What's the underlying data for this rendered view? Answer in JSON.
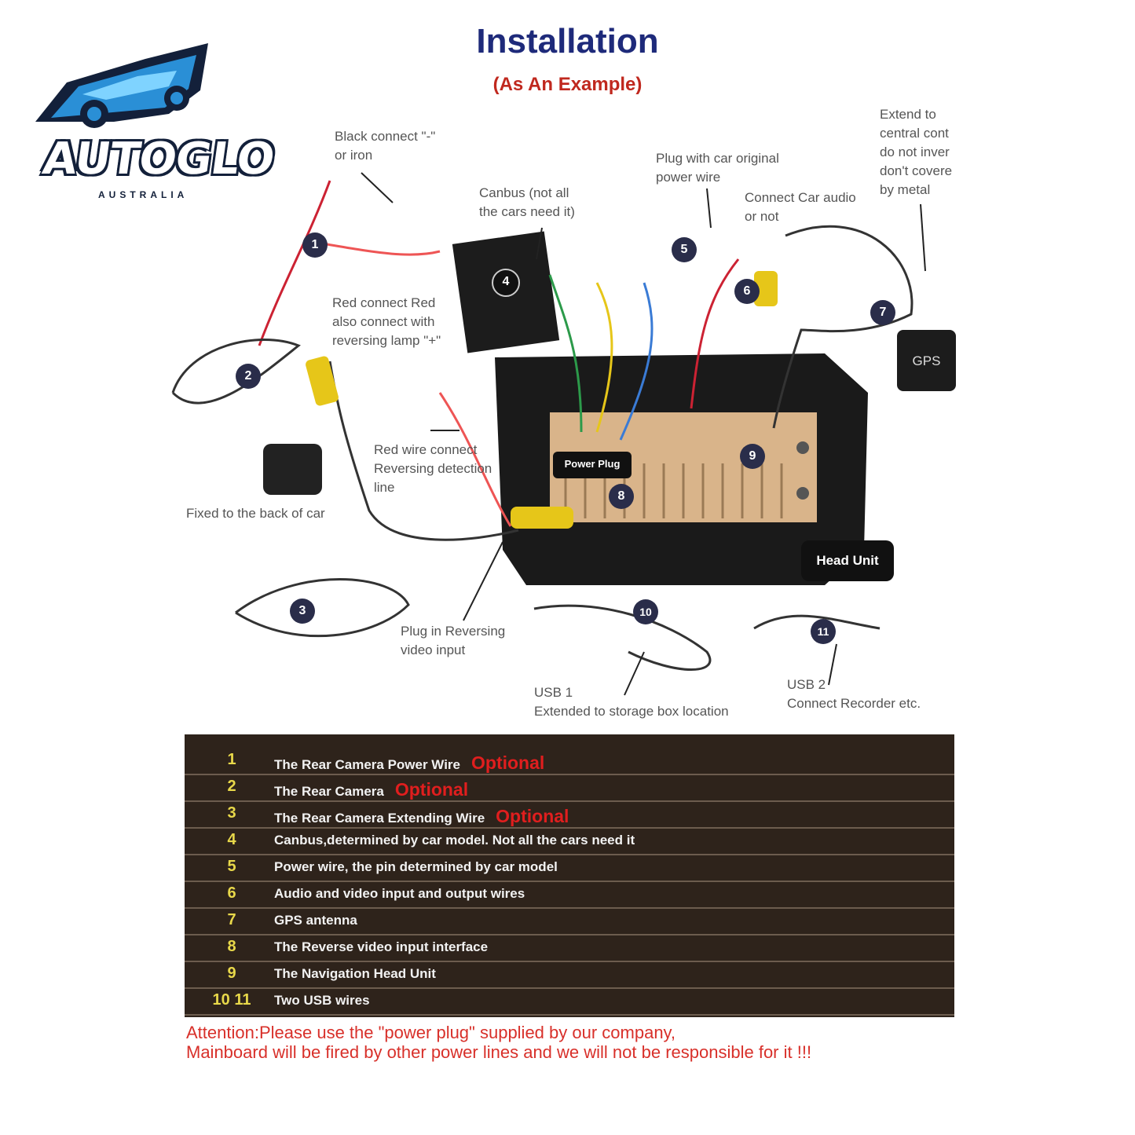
{
  "header": {
    "title": "Installation",
    "subtitle": "(As An Example)"
  },
  "logo": {
    "name": "AUTOGLO",
    "tagline": "AUSTRALIA"
  },
  "labels": {
    "black_connect": "Black connect \"-\"\nor iron",
    "canbus": "Canbus (not all\nthe cars need it)",
    "plug_power": "Plug with car original\npower wire",
    "connect_audio": "Connect Car audio\nor not",
    "extend_gps": "Extend to\ncentral cont\ndo not inver\ndon't covere\nby metal",
    "red_connect": "Red connect Red\nalso connect with\nreversing lamp \"+\"",
    "red_wire": "Red wire connect\nReversing detection\nline",
    "fixed_back": "Fixed to the back of car",
    "plug_reversing": "Plug in Reversing\nvideo input",
    "usb1": "USB 1\nExtended to storage box location",
    "usb2": "USB 2\nConnect Recorder etc.",
    "power_plug": "Power Plug",
    "head_unit": "Head Unit",
    "gps": "GPS"
  },
  "badges": [
    "1",
    "2",
    "3",
    "4",
    "5",
    "6",
    "7",
    "8",
    "9",
    "10",
    "11"
  ],
  "legend": [
    {
      "num": "1",
      "text": "The Rear Camera Power Wire",
      "opt": "Optional"
    },
    {
      "num": "2",
      "text": "The Rear Camera",
      "opt": "Optional"
    },
    {
      "num": "3",
      "text": "The Rear Camera Extending Wire",
      "opt": "Optional"
    },
    {
      "num": "4",
      "text": "Canbus,determined by car model. Not all the cars need it",
      "opt": ""
    },
    {
      "num": "5",
      "text": "Power wire, the pin determined by car model",
      "opt": ""
    },
    {
      "num": "6",
      "text": "Audio and video input and output wires",
      "opt": ""
    },
    {
      "num": "7",
      "text": "GPS antenna",
      "opt": ""
    },
    {
      "num": "8",
      "text": "The Reverse video input interface",
      "opt": ""
    },
    {
      "num": "9",
      "text": "The Navigation Head Unit",
      "opt": ""
    },
    {
      "num": "10  11",
      "text": "Two USB wires",
      "opt": ""
    }
  ],
  "attention": {
    "line1": "Attention:Please use the \"power plug\" supplied by our company,",
    "line2": "Mainboard will be fired by other power lines and we will not be responsible for it !!!"
  },
  "colors": {
    "title": "#1e2a7a",
    "subtitle": "#c0281e",
    "table_bg": "#2e231b",
    "number": "#e8d84a",
    "optional": "#e01e1e",
    "attention": "#d8302a"
  }
}
